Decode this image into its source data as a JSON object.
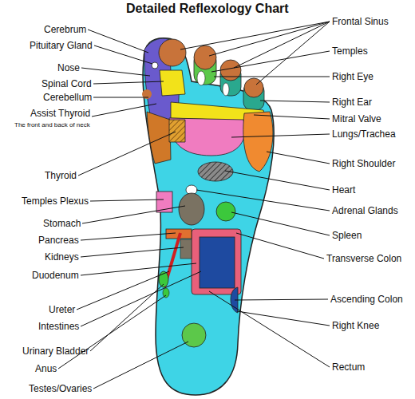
{
  "diagram": {
    "title": "Detailed Reflexology Chart",
    "labels": [
      "Cerebrum",
      "Pituitary Gland",
      "Nose",
      "Spinal Cord",
      "Cerebellum",
      "Assist Thyroid",
      "The front and back of neck",
      "Thyroid",
      "Temples Plexus",
      "Stomach",
      "Pancreas",
      "Kidneys",
      "Duodenum",
      "Ureter",
      "Intestines",
      "Urinary Bladder",
      "Anus",
      "Testes/Ovaries",
      "Frontal Sinus",
      "Temples",
      "Right Eye",
      "Right Ear",
      "Mitral Valve",
      "Lungs/Trachea",
      "Right Shoulder",
      "Heart",
      "Adrenal Glands",
      "Spleen",
      "Transverse Colon",
      "Ascending Colon",
      "Right Knee",
      "Rectum"
    ]
  }
}
